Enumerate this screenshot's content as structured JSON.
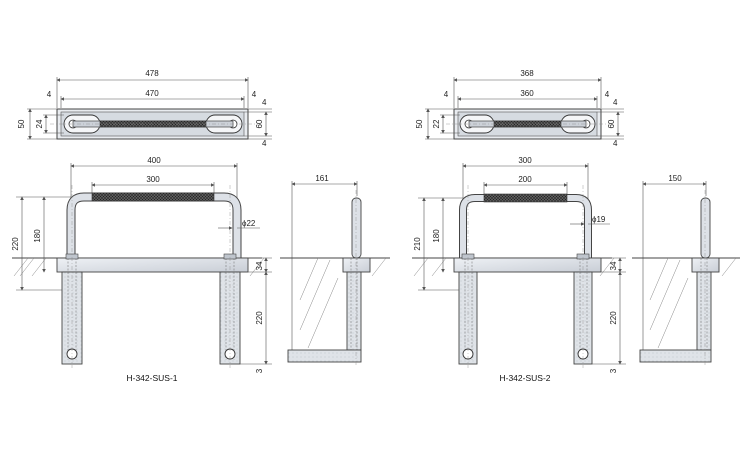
{
  "palette": {
    "metal": "#d9dde3",
    "outline": "#444444",
    "knurl": "#3a3a3a",
    "dimension": "#555555"
  },
  "models": [
    {
      "label": "H-342-SUS-1",
      "plan": {
        "overall": "478",
        "grip_span": "470",
        "end_left": "4",
        "end_right": "4",
        "height_total": "50",
        "slot": "24",
        "inner_height": "60",
        "edge_top": "4",
        "edge_bottom": "4"
      },
      "front": {
        "outer_width": "400",
        "knurl_length": "300",
        "total_height": "220",
        "above_ground": "180",
        "diameter": "22",
        "base_thickness": "34",
        "embed_depth": "220",
        "bottom_gap": "3"
      },
      "side": {
        "depth": "161"
      }
    },
    {
      "label": "H-342-SUS-2",
      "plan": {
        "overall": "368",
        "grip_span": "360",
        "end_left": "4",
        "end_right": "4",
        "height_total": "50",
        "slot": "22",
        "inner_height": "60",
        "edge_top": "4",
        "edge_bottom": "4"
      },
      "front": {
        "outer_width": "300",
        "knurl_length": "200",
        "total_height": "210",
        "above_ground": "180",
        "diameter": "19",
        "base_thickness": "34",
        "embed_depth": "220",
        "bottom_gap": "3"
      },
      "side": {
        "depth": "150"
      }
    }
  ]
}
